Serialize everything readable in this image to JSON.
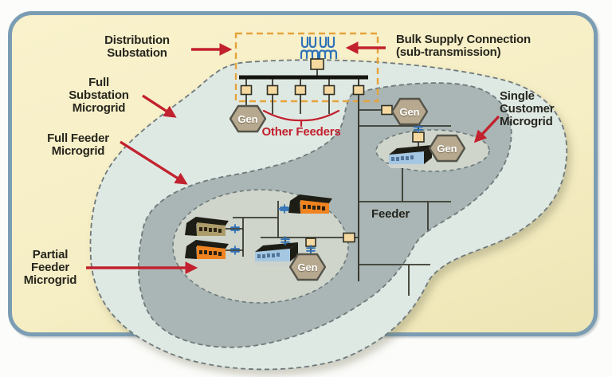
{
  "figure": {
    "type": "microgrid-concept-diagram",
    "labels": {
      "distribution_substation": {
        "line1": "Distribution",
        "line2": "Substation"
      },
      "bulk_supply": {
        "line1": "Bulk Supply Connection",
        "line2": "(sub-transmission)"
      },
      "full_substation": {
        "line1": "Full",
        "line2": "Substation",
        "line3": "Microgrid"
      },
      "full_feeder": {
        "line1": "Full Feeder",
        "line2": "Microgrid"
      },
      "partial_feeder": {
        "line1": "Partial",
        "line2": "Feeder",
        "line3": "Microgrid"
      },
      "single_customer": {
        "line1": "Single",
        "line2": "Customer",
        "line3": "Microgrid"
      },
      "other_feeders": "Other Feeders",
      "feeder": "Feeder"
    },
    "generators": [
      {
        "label": "Gen"
      },
      {
        "label": "Gen"
      },
      {
        "label": "Gen"
      },
      {
        "label": "Gen"
      }
    ],
    "colors": {
      "card_background": "#f7efc7",
      "card_border": "#7b9db4",
      "full_substation_region": "#dfe9e3",
      "full_feeder_region": "#a9b6b5",
      "inner_region": "#cfd5cb",
      "dashed_outline": "#6e797b",
      "substation_box": "#e6a33c",
      "bus_and_lines": "#1a1a12",
      "breaker_fill": "#f5d9a0",
      "transformer_blue": "#2f72b8",
      "arrow_red": "#c2212e",
      "gen_fill": "#b7a98f",
      "building_orange": "#ee8320",
      "building_tan": "#ac9c6a",
      "building_blue": "#a6c7e2"
    }
  }
}
